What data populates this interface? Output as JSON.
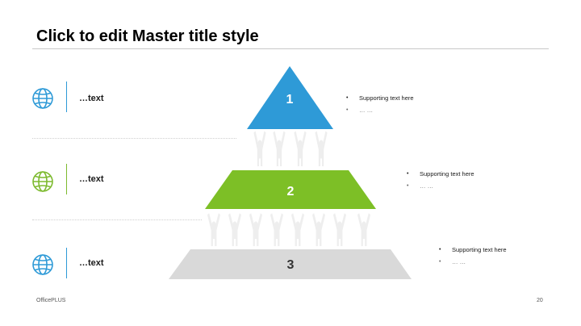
{
  "slide": {
    "title": "Click to edit Master title style",
    "footer_left": "OfficePLUS",
    "page_number": "20"
  },
  "rows": [
    {
      "label": "…text",
      "icon": "globe-icon",
      "color": "#2e9ad7"
    },
    {
      "label": "…text",
      "icon": "globe-icon",
      "color": "#7dba2f"
    },
    {
      "label": "…text",
      "icon": "globe-icon",
      "color": "#2e9ad7"
    }
  ],
  "pyramid": {
    "levels": [
      {
        "number": "1",
        "color": "#2e9ad7",
        "text_color": "#ffffff"
      },
      {
        "number": "2",
        "color": "#7dbf26",
        "text_color": "#ffffff"
      },
      {
        "number": "3",
        "color": "#d9d9d9",
        "text_color": "#333333"
      }
    ],
    "figure_color": "#eeeeee"
  },
  "supporting": [
    {
      "line1": "Supporting text here",
      "line2": "… …"
    },
    {
      "line1": "Supporting text here",
      "line2": "… …"
    },
    {
      "line1": "Supporting text here",
      "line2": "… …"
    }
  ]
}
